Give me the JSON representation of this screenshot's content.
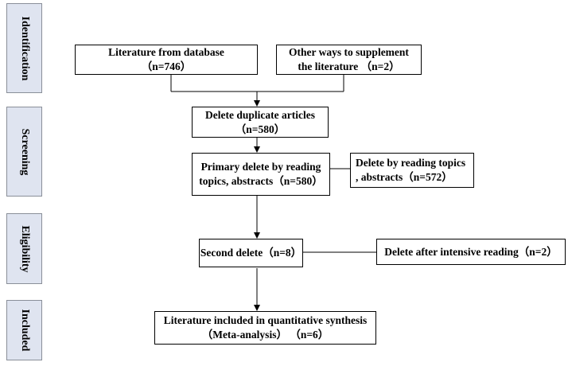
{
  "phases": {
    "identification": "Identification",
    "screening": "Screening",
    "eligibility": "Eligibility",
    "included": "Included"
  },
  "boxes": {
    "database": {
      "line1": "Literature from database",
      "line2": "（n=746）"
    },
    "other_ways": {
      "line1": "Other ways to supplement",
      "line2": "the literature （n=2）"
    },
    "duplicates": {
      "line1": "Delete duplicate articles",
      "line2": "（n=580）"
    },
    "primary_delete": {
      "line1": "Primary delete by reading",
      "line2": "topics, abstracts（n=580）"
    },
    "delete_topics": {
      "line1": "Delete by reading topics",
      "line2": ", abstracts（n=572）"
    },
    "second_delete": {
      "line1": "Second delete（n=8）"
    },
    "intensive_reading": {
      "line1": "Delete after intensive reading（n=2）"
    },
    "included": {
      "line1": "Literature included in quantitative synthesis",
      "line2": "（Meta-analysis） （n=6）"
    }
  }
}
